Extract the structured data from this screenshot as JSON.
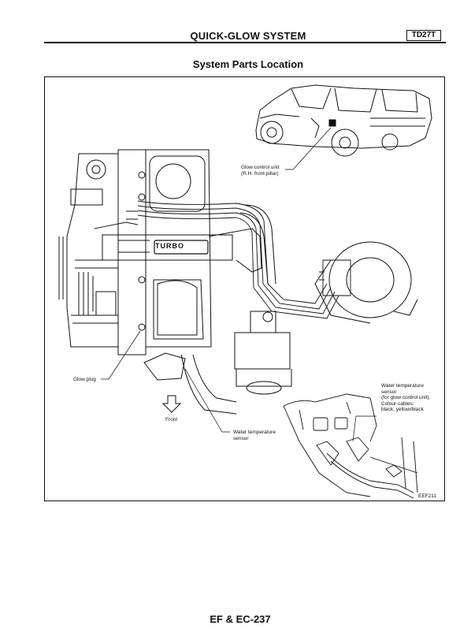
{
  "header": {
    "title": "QUICK-GLOW SYSTEM",
    "engine_code": "TD27T"
  },
  "section": {
    "title": "System Parts Location"
  },
  "labels": {
    "glow_control_unit": [
      "Glow control unit",
      "(R.H. front pillar)"
    ],
    "glow_plug": "Glow plug",
    "front": "Front",
    "turbo": "TURBO",
    "water_temp_sensor": [
      "Water temperature",
      "sensor"
    ],
    "water_temp_sensor_detail": [
      "Water temperature",
      "sensor",
      "(for glow control unit).",
      "Colour cables:",
      "black, yellow/black"
    ],
    "figure_code": "EEF211"
  },
  "footer": {
    "page": "EF & EC-237"
  },
  "colors": {
    "ink": "#111111",
    "paper": "#ffffff"
  }
}
